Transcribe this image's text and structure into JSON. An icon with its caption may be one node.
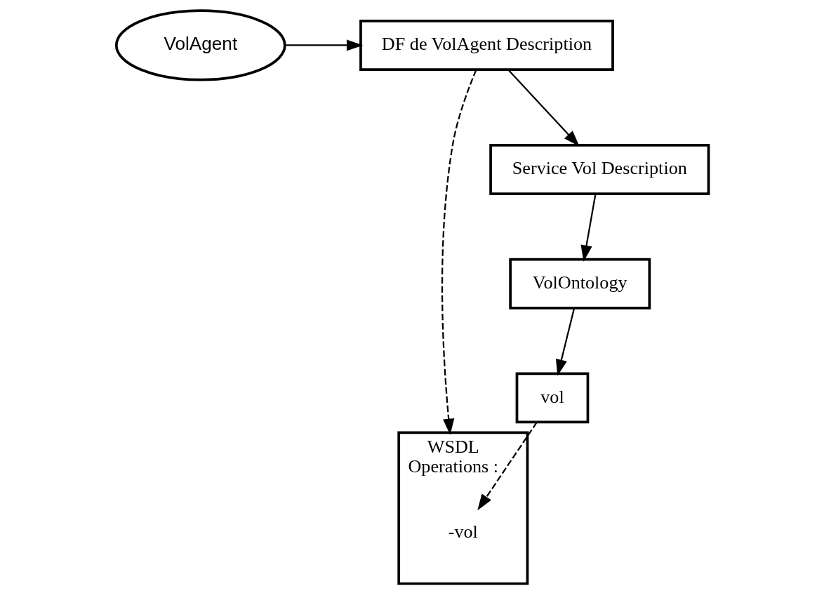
{
  "diagram": {
    "nodes": [
      {
        "text": [
          "VolAgent"
        ]
      },
      {
        "text": [
          "DF de VolAgent Description"
        ]
      },
      {
        "text": [
          "WSDL",
          "Operations :"
        ]
      },
      {
        "text": [
          "-vol"
        ],
        "in": 2
      },
      {
        "text": [
          "Service Vol Description"
        ]
      },
      {
        "text": [
          "VolOntology"
        ]
      },
      {
        "text": [
          "vol"
        ]
      }
    ],
    "edges": [
      {
        "from": 0,
        "to": 1,
        "arrow": "to"
      },
      {
        "from": 1,
        "to": 2,
        "arrow": "to",
        "style": "dashed"
      },
      {
        "from": 1,
        "to": 4,
        "arrow": "to"
      },
      {
        "from": 4,
        "to": 5,
        "arrow": "to"
      },
      {
        "from": 5,
        "to": 6,
        "arrow": "to"
      },
      {
        "from": 6,
        "to": 3,
        "arrow": "to",
        "style": "dashed"
      }
    ]
  }
}
